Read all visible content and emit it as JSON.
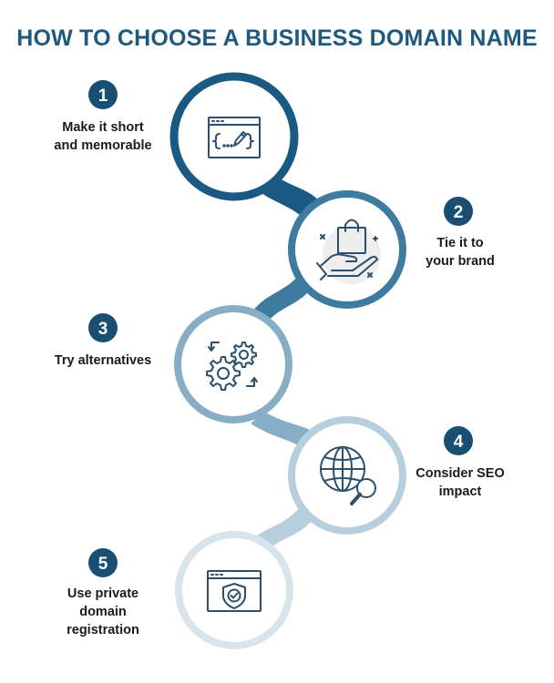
{
  "title": "HOW TO CHOOSE A BUSINESS DOMAIN NAME",
  "colors": {
    "title": "#1f5a7e",
    "badge": "#184f72",
    "step1": "#1a5a82",
    "step2": "#3e7b9f",
    "step3": "#88aec6",
    "step4": "#b7cedc",
    "step5": "#d6e4ec",
    "icon": "#2b4f6c",
    "icon_bg": "#eeeeee",
    "text": "#1b1b1b"
  },
  "steps": [
    {
      "number": "1",
      "label_lines": [
        "Make it short",
        "and memorable"
      ],
      "icon": "code-window-icon"
    },
    {
      "number": "2",
      "label_lines": [
        "Tie it to",
        "your brand"
      ],
      "icon": "hand-bag-icon"
    },
    {
      "number": "3",
      "label_lines": [
        "Try alternatives"
      ],
      "icon": "gears-icon"
    },
    {
      "number": "4",
      "label_lines": [
        "Consider SEO",
        "impact"
      ],
      "icon": "globe-search-icon"
    },
    {
      "number": "5",
      "label_lines": [
        "Use private",
        "domain",
        "registration"
      ],
      "icon": "secure-window-icon"
    }
  ]
}
